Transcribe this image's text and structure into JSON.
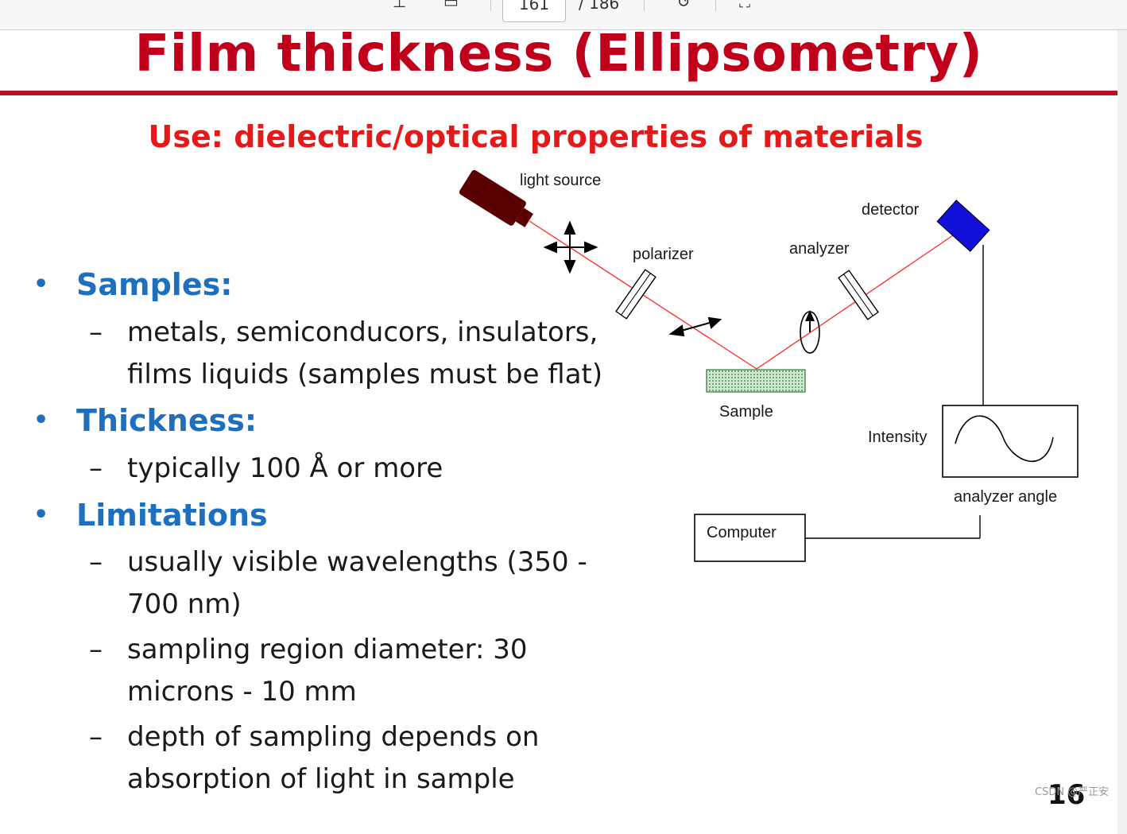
{
  "toolbar": {
    "page_current": "161",
    "page_total": "/ 186",
    "icons": [
      "rotate-icon",
      "page-icon",
      "undo-icon",
      "fit-page-icon"
    ]
  },
  "slide": {
    "title": "Film thickness (Ellipsometry)",
    "subtitle": "Use: dielectric/optical properties of materials",
    "sections": [
      {
        "heading": "Samples:",
        "items": [
          [
            "metals, semiconducors, insulators,",
            "films liquids (samples must be flat)"
          ]
        ]
      },
      {
        "heading": "Thickness:",
        "items": [
          [
            "typically 100 Å or more"
          ]
        ]
      },
      {
        "heading": "Limitations",
        "items": [
          [
            "usually visible wavelengths (350 -",
            "700 nm)"
          ],
          [
            "sampling region diameter: 30",
            "microns - 10 mm"
          ],
          [
            "depth of sampling depends on",
            "absorption of light in sample"
          ]
        ]
      }
    ],
    "bullet_symbol": "•",
    "dash_symbol": "–",
    "page_number": "16"
  },
  "diagram": {
    "labels": {
      "light_source": "light source",
      "detector": "detector",
      "polarizer": "polarizer",
      "analyzer": "analyzer",
      "sample": "Sample",
      "intensity": "Intensity",
      "analyzer_angle": "analyzer angle",
      "computer": "Computer"
    },
    "colors": {
      "beam": "#ff2a2a",
      "light_source": "#5a0000",
      "detector": "#1010d8",
      "sample_fill": "#cfe8cf",
      "sample_dots": "#2e7d32"
    }
  },
  "watermark": "CSDN @严正安",
  "colors": {
    "title": "#c0001a",
    "title_rule": "#b80f24",
    "subtitle": "#e41a1a",
    "heading": "#1e6fbd",
    "body_text": "#1a1a1a"
  }
}
